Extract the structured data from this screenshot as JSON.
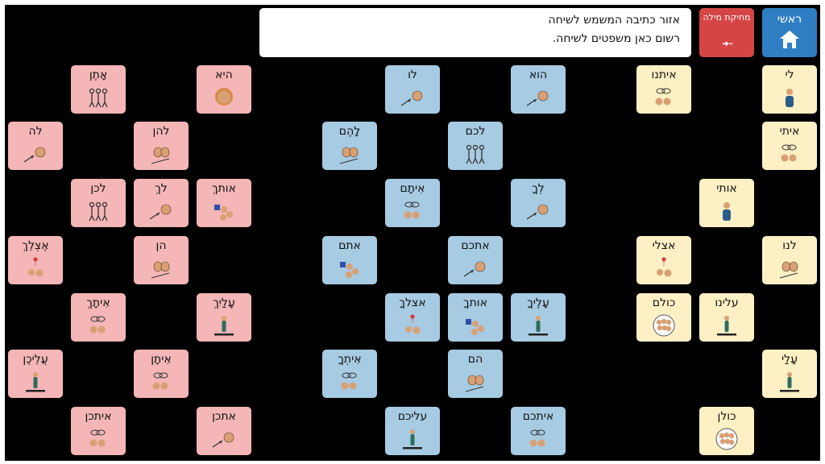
{
  "toolbar": {
    "home_label": "ראשי",
    "delete_label": "מחיקת מילה",
    "message_area_title": "אזור כתיבה המשמש לשיחה",
    "message_area_hint": "רשום כאן משפטים לשיחה."
  },
  "colors": {
    "pink": "#f4b6b6",
    "blue": "#a7cbe3",
    "yellow": "#fdf0c4",
    "home": "#2f7ec4",
    "delete": "#d64545",
    "board": "#000000"
  },
  "tiles": [
    {
      "label": "אָתֶן",
      "color": "pink",
      "icon": "women-group-icon"
    },
    {
      "label": "היא",
      "color": "pink",
      "icon": "woman-face-icon"
    },
    {
      "label": "לו",
      "color": "blue",
      "icon": "pointing-to-man-icon"
    },
    {
      "label": "הוא",
      "color": "blue",
      "icon": "pointing-to-man-icon"
    },
    {
      "label": "איתנו",
      "color": "yellow",
      "icon": "together-us-icon"
    },
    {
      "label": "לי",
      "color": "yellow",
      "icon": "me-person-icon"
    },
    {
      "label": "לה",
      "color": "pink",
      "icon": "to-her-icon"
    },
    {
      "label": "להן",
      "color": "pink",
      "icon": "to-them-women-icon"
    },
    {
      "label": "לָהֶם",
      "color": "blue",
      "icon": "to-them-men-icon"
    },
    {
      "label": "לכם",
      "color": "blue",
      "icon": "you-group-icon"
    },
    {
      "label": "איתי",
      "color": "yellow",
      "icon": "with-me-icon"
    },
    {
      "label": "לכן",
      "color": "pink",
      "icon": "you-group-women-icon"
    },
    {
      "label": "לךְ",
      "color": "pink",
      "icon": "to-you-woman-icon"
    },
    {
      "label": "אותךְ",
      "color": "pink",
      "icon": "you-woman-icon"
    },
    {
      "label": "אִיתָם",
      "color": "blue",
      "icon": "with-them-icon"
    },
    {
      "label": "לְךָ",
      "color": "blue",
      "icon": "to-you-man-icon"
    },
    {
      "label": "אותי",
      "color": "yellow",
      "icon": "me-person-icon"
    },
    {
      "label": "אֶצְלֵךְ",
      "color": "pink",
      "icon": "at-you-woman-icon"
    },
    {
      "label": "הן",
      "color": "pink",
      "icon": "they-women-icon"
    },
    {
      "label": "אתם",
      "color": "blue",
      "icon": "you-men-icon"
    },
    {
      "label": "אתכם",
      "color": "blue",
      "icon": "you-men-pointing-icon"
    },
    {
      "label": "אצלי",
      "color": "yellow",
      "icon": "at-me-icon"
    },
    {
      "label": "לנו",
      "color": "yellow",
      "icon": "to-us-icon"
    },
    {
      "label": "אִיתָךְ",
      "color": "pink",
      "icon": "with-you-woman-icon"
    },
    {
      "label": "עָלַיִךְ",
      "color": "pink",
      "icon": "on-you-woman-icon"
    },
    {
      "label": "אצלךָ",
      "color": "blue",
      "icon": "at-you-man-icon"
    },
    {
      "label": "אותךָ",
      "color": "blue",
      "icon": "you-man-icon"
    },
    {
      "label": "עָלֶיךָ",
      "color": "blue",
      "icon": "on-you-man-icon"
    },
    {
      "label": "כולם",
      "color": "yellow",
      "icon": "everyone-icon"
    },
    {
      "label": "עלינו",
      "color": "yellow",
      "icon": "on-us-icon"
    },
    {
      "label": "עֲלֵיכֶן",
      "color": "pink",
      "icon": "on-you-women-icon"
    },
    {
      "label": "אִיתָן",
      "color": "pink",
      "icon": "with-them-women-icon"
    },
    {
      "label": "אִיתְךָ",
      "color": "blue",
      "icon": "with-you-man-icon"
    },
    {
      "label": "הם",
      "color": "blue",
      "icon": "they-men-icon"
    },
    {
      "label": "עָלַי",
      "color": "yellow",
      "icon": "on-me-icon"
    },
    {
      "label": "איתכן",
      "color": "pink",
      "icon": "with-you-women-icon"
    },
    {
      "label": "אתכן",
      "color": "pink",
      "icon": "you-women-pointing-icon"
    },
    {
      "label": "עליכם",
      "color": "blue",
      "icon": "on-you-men-icon"
    },
    {
      "label": "איתכם",
      "color": "blue",
      "icon": "with-you-men-icon"
    },
    {
      "label": "כולן",
      "color": "yellow",
      "icon": "all-women-icon"
    }
  ]
}
